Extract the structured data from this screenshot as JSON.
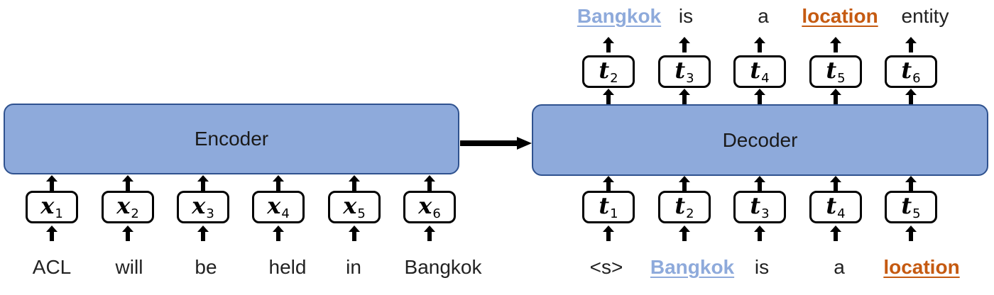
{
  "encoder": {
    "label": "Encoder",
    "inputs": [
      {
        "symbol": "x",
        "index": "1",
        "word": "ACL"
      },
      {
        "symbol": "x",
        "index": "2",
        "word": "will"
      },
      {
        "symbol": "x",
        "index": "3",
        "word": "be"
      },
      {
        "symbol": "x",
        "index": "4",
        "word": "held"
      },
      {
        "symbol": "x",
        "index": "5",
        "word": "in"
      },
      {
        "symbol": "x",
        "index": "6",
        "word": "Bangkok"
      }
    ]
  },
  "decoder": {
    "label": "Decoder",
    "inputs": [
      {
        "symbol": "t",
        "index": "1",
        "word": "<s>",
        "style": "plain"
      },
      {
        "symbol": "t",
        "index": "2",
        "word": "Bangkok",
        "style": "blue"
      },
      {
        "symbol": "t",
        "index": "3",
        "word": "is",
        "style": "plain"
      },
      {
        "symbol": "t",
        "index": "4",
        "word": "a",
        "style": "plain"
      },
      {
        "symbol": "t",
        "index": "5",
        "word": "location",
        "style": "orange"
      }
    ],
    "outputs": [
      {
        "symbol": "t",
        "index": "2",
        "word": "Bangkok",
        "style": "blue"
      },
      {
        "symbol": "t",
        "index": "3",
        "word": "is",
        "style": "plain"
      },
      {
        "symbol": "t",
        "index": "4",
        "word": "a",
        "style": "plain"
      },
      {
        "symbol": "t",
        "index": "5",
        "word": "location",
        "style": "orange"
      },
      {
        "symbol": "t",
        "index": "6",
        "word": "entity",
        "style": "plain"
      }
    ]
  },
  "colors": {
    "entity_highlight": "#8eaadb",
    "type_highlight": "#c55a11",
    "block_fill": "#8eaadb"
  }
}
